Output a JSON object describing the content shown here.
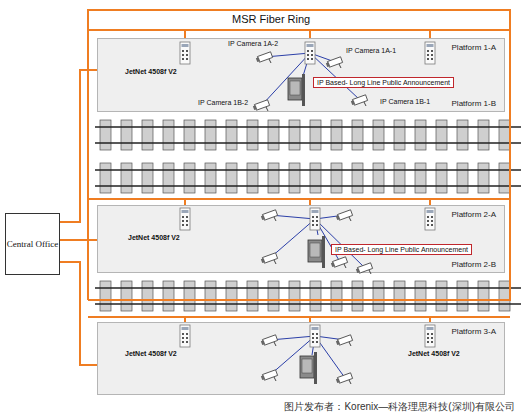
{
  "diagram": {
    "nodes": [
      {
        "text": [
          "Platform 1-A",
          "Platform 1-B"
        ]
      },
      {
        "text": [
          "IP Based- Long Line Public Announcement"
        ],
        "in": 0
      },
      {
        "text": [
          "Central Office"
        ]
      },
      {
        "text": [
          "Platform 2-A",
          "Platform 2-B"
        ]
      },
      {
        "text": [
          "IP Based- Long Line Public Announcement"
        ],
        "in": 3
      },
      {
        "text": [
          "Platform 3-A"
        ]
      }
    ],
    "edges": [
      {
        "from": 2,
        "to": 0,
        "arrow": "none"
      },
      {
        "from": 2,
        "to": 3,
        "arrow": "none"
      },
      {
        "from": 2,
        "to": 5,
        "arrow": "none"
      }
    ],
    "labels": [
      "MSR Fiber Ring",
      "IP Camera 1A-2",
      "IP Camera 1A-1",
      "IP Camera 1B-2",
      "IP Camera 1B-1",
      "JetNet 4508f V2",
      "JetNet 4508f V2",
      "JetNet 4508f V2",
      "JetNet 4508f V2",
      "图片发布者：Korenix—科洛理思科技(深圳)有限公司"
    ]
  }
}
